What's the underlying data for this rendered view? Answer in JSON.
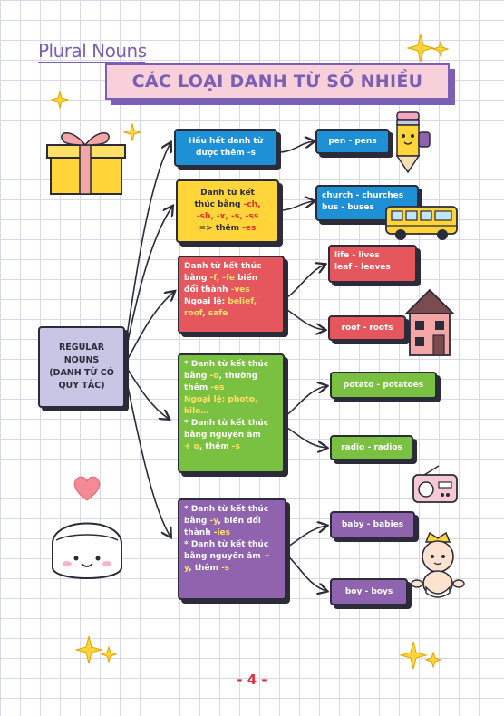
{
  "header": {
    "subtitle": "Plural Nouns",
    "title": "CÁC LOẠI DANH TỪ SỐ NHIỀU"
  },
  "root": {
    "line1": "REGULAR",
    "line2": "NOUNS",
    "line3": "(DANH TỪ CÓ",
    "line4": "QUY TẮC)"
  },
  "rules": {
    "r1": {
      "line1": "Hầu hết danh từ",
      "line2": "được thêm -s"
    },
    "r2": {
      "line1": "Danh từ kết",
      "line2": "thúc bằng ",
      "line2_hl": "-ch,",
      "line3_hl": "-sh, -x, -s, -ss",
      "line4": "=> thêm ",
      "line4_hl": "-es"
    },
    "r3": {
      "line1": "Danh từ kết thúc",
      "line2a": "bằng ",
      "line2_hl": "-f, -fe",
      "line2b": " biến",
      "line3a": "đổi thành ",
      "line3_hl": "-ves",
      "line4a": "Ngoại lệ: ",
      "line4_hl": "belief,",
      "line5_hl1": "roof",
      "line5_mid": ", ",
      "line5_hl2": "safe"
    },
    "r4": {
      "line1": "* Danh từ kết thúc",
      "line2a": "bằng ",
      "line2_hl": "-o",
      "line2b": ", thường",
      "line3a": "thêm ",
      "line3_hl": "-es",
      "line4_hl": "Ngoại lệ: photo,",
      "line5_hl": "kilo…",
      "line6": "* Danh từ kết thúc",
      "line7": "bằng nguyên âm",
      "line8_hl": "+ o",
      "line8b": ", thêm ",
      "line8_hl2": "-s"
    },
    "r5": {
      "line1": "* Danh từ kết thúc",
      "line2a": "bằng ",
      "line2_hl": "-y",
      "line2b": ", biến đổi",
      "line3a": "thành ",
      "line3_hl": "-ies",
      "line4": "* Danh từ kết thúc",
      "line5a": "bằng nguyên âm ",
      "line5_hl": "+",
      "line6_hl": "y",
      "line6b": ", thêm ",
      "line6_hl2": "-s"
    }
  },
  "examples": {
    "e1": "pen - pens",
    "e2a": "church - churches",
    "e2b": "bus - buses",
    "e3a": "life - lives",
    "e3b": "leaf - leaves",
    "e4": "roof - roofs",
    "e5": "potato - potatoes",
    "e6": "radio - radios",
    "e7": "baby - babies",
    "e8": "boy - boys"
  },
  "footer": {
    "page_number": "- 4 -"
  },
  "colors": {
    "accent_purple": "#7b5fb4",
    "blue": "#1e90d6",
    "yellow": "#ffd53a",
    "red": "#e5575d",
    "green": "#7ac141",
    "purple": "#8f63ad",
    "highlight_red": "#e5302a",
    "highlight_yellow": "#ffe066"
  },
  "decorations": [
    "gift-box-icon",
    "sparkle-icon",
    "pencil-character-icon",
    "school-bus-icon",
    "house-icon",
    "radio-icon",
    "heart-icon",
    "rice-ball-character-icon",
    "baby-with-crown-icon"
  ]
}
